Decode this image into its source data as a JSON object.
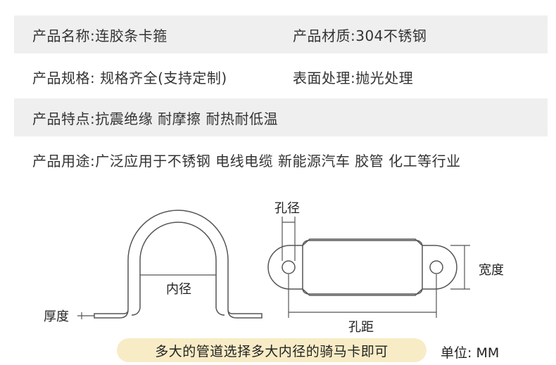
{
  "specs": {
    "name": "产品名称:连胶条卡箍",
    "material": "产品材质:304不锈钢",
    "spec": "产品规格: 规格齐全(支持定制)",
    "surface": "表面处理:抛光处理",
    "features": "产品特点:抗震绝缘 耐摩擦 耐热耐低温",
    "usage": "产品用途:广泛应用于不锈钢 电线电缆 新能源汽车 胶管 化工等行业"
  },
  "diagram": {
    "thickness": "厚度",
    "inner_diameter": "内径",
    "hole_diameter": "孔径",
    "width": "宽度",
    "hole_spacing": "孔距"
  },
  "footer": {
    "tip": "多大的管道选择多大内径的骑马卡即可",
    "unit": "单位: MM"
  },
  "colors": {
    "row_shade": "#efefef",
    "tip_background": "#f8ecc6",
    "text": "#333333"
  }
}
